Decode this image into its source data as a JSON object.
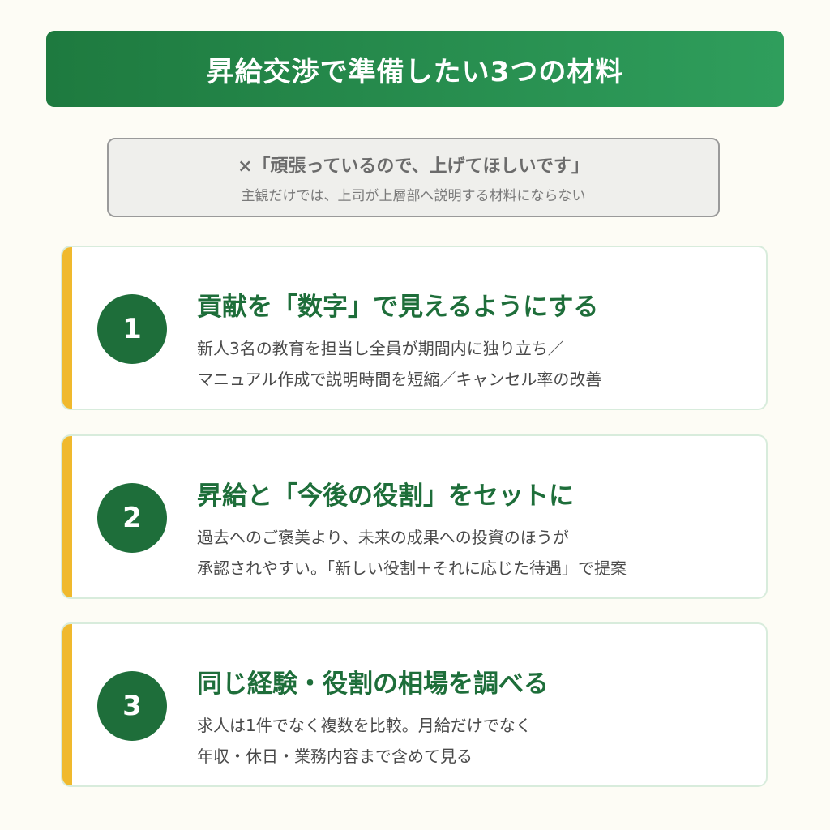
{
  "title": "昇給交渉で準備したい3つの材料",
  "note": {
    "main": "×「頑張っているので、上げてほしいです」",
    "sub": "主観だけでは、上司が上層部へ説明する材料にならない"
  },
  "colors": {
    "banner_start": "#1e7a3f",
    "banner_end": "#2f9e5c",
    "accent": "#f0b92d",
    "number_circle": "#1e6e3a",
    "heading": "#1e6e3a"
  },
  "cards": [
    {
      "number": "1",
      "heading": "貢献を「数字」で見えるようにする",
      "lines": [
        "新人3名の教育を担当し全員が期間内に独り立ち／",
        "マニュアル作成で説明時間を短縮／キャンセル率の改善"
      ]
    },
    {
      "number": "2",
      "heading": "昇給と「今後の役割」をセットに",
      "lines": [
        "過去へのご褒美より、未来の成果への投資のほうが",
        "承認されやすい。「新しい役割＋それに応じた待遇」で提案"
      ]
    },
    {
      "number": "3",
      "heading": "同じ経験・役割の相場を調べる",
      "lines": [
        "求人は1件でなく複数を比較。月給だけでなく",
        "年収・休日・業務内容まで含めて見る"
      ]
    }
  ]
}
